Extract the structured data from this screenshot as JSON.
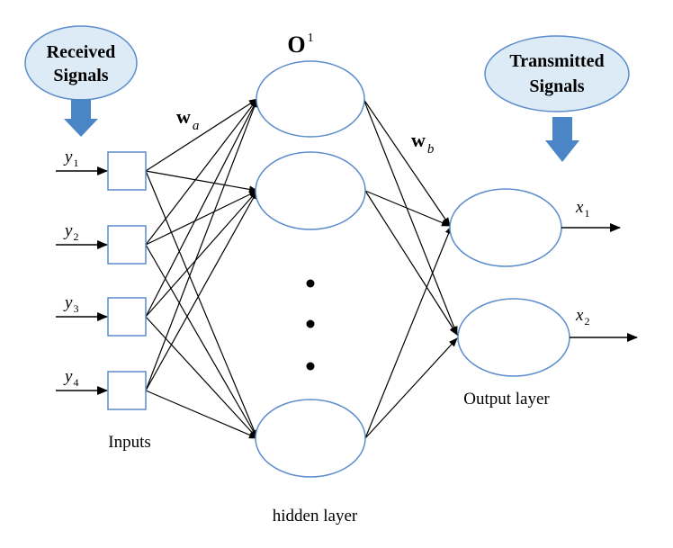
{
  "signals": {
    "received": {
      "line1": "Received",
      "line2": "Signals"
    },
    "transmitted": {
      "line1": "Transmitted",
      "line2": "Signals"
    }
  },
  "layers": {
    "hidden_title": {
      "base": "O",
      "sup": "1"
    },
    "hidden_caption": "hidden layer",
    "inputs_caption": "Inputs",
    "output_caption": "Output layer"
  },
  "weights": {
    "wa": {
      "base": "w",
      "sub": "a"
    },
    "wb": {
      "base": "w",
      "sub": "b"
    }
  },
  "inputs": [
    {
      "base": "y",
      "sub": "1"
    },
    {
      "base": "y",
      "sub": "2"
    },
    {
      "base": "y",
      "sub": "3"
    },
    {
      "base": "y",
      "sub": "4"
    }
  ],
  "outputs": [
    {
      "base": "x",
      "sub": "1"
    },
    {
      "base": "x",
      "sub": "2"
    }
  ],
  "colors": {
    "bubble_fill": "#ddebf7",
    "node_stroke": "#5b8ccc",
    "arrow_fill": "#4a86c5",
    "line": "#000000"
  }
}
